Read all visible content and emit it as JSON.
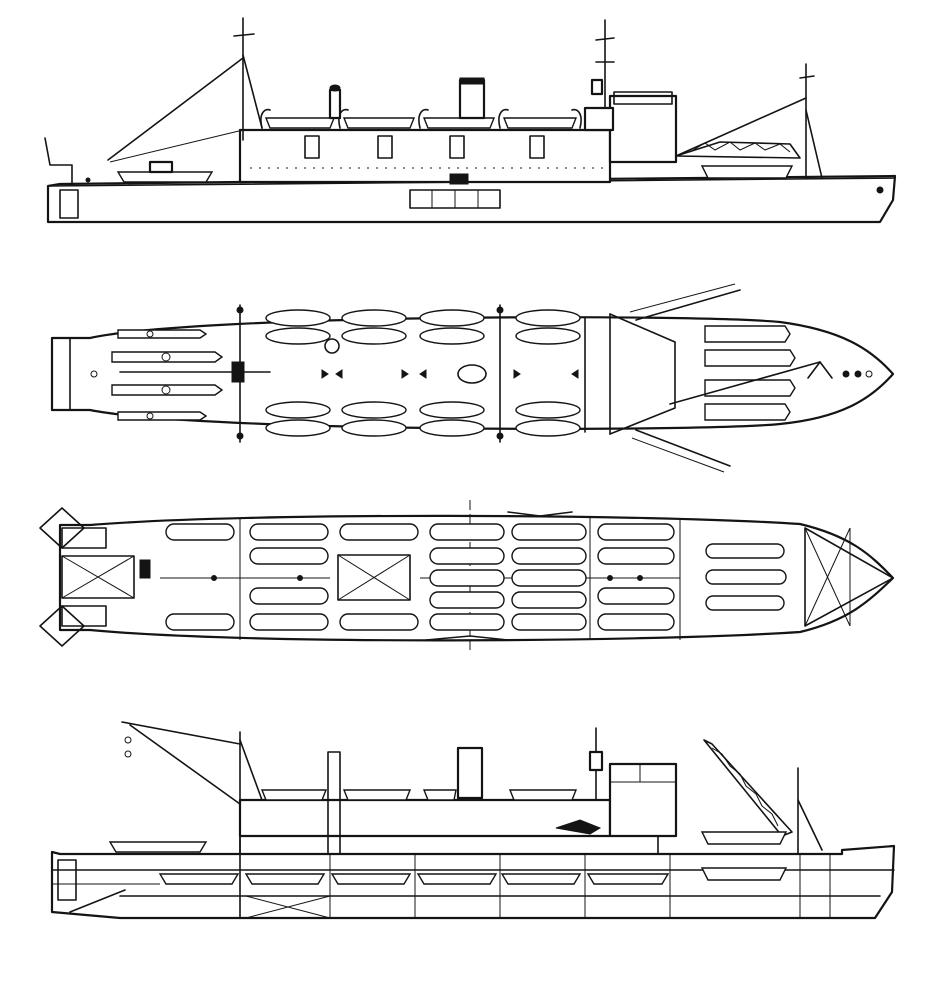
{
  "figure": {
    "views": [
      {
        "id": "upper-profile",
        "kind": "profile"
      },
      {
        "id": "upper-deck-plan",
        "kind": "plan"
      },
      {
        "id": "lower-deck-plan",
        "kind": "plan"
      },
      {
        "id": "inboard-profile",
        "kind": "profile"
      }
    ]
  },
  "colors": {
    "ink": "#141414",
    "paper": "#ffffff"
  }
}
